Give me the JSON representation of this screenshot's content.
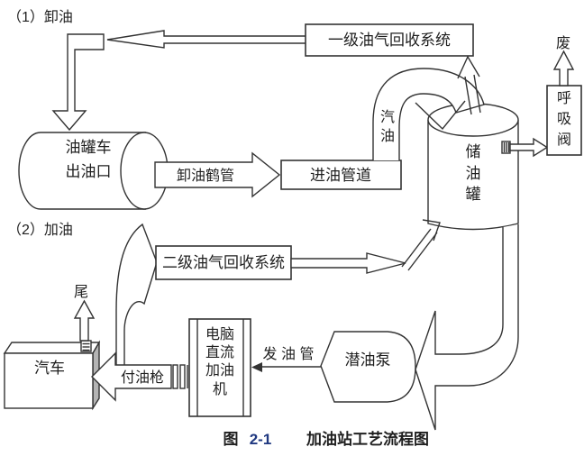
{
  "colors": {
    "background": "#ffffff",
    "line": "#333333",
    "car_side_shade": "#b4b4b4",
    "caption_number": "#1f3880"
  },
  "sections": {
    "unload": "（1）卸油",
    "refuel": "（2）加油"
  },
  "labels": {
    "primary_recovery": "一级油气回收系统",
    "secondary_recovery": "二级油气回收系统",
    "tanker_outlet": [
      "油罐车",
      "出油口"
    ],
    "unloading_crane": "卸油鹤管",
    "inlet_pipeline": "进油管道",
    "gasoline": [
      "汽",
      "油"
    ],
    "storage_tank": [
      "储",
      "油",
      "罐"
    ],
    "breathing_valve": [
      "呼",
      "吸",
      "阀"
    ],
    "waste_gas": "废",
    "tail_gas": "尾",
    "car": "汽车",
    "fuel_gun": "付油枪",
    "dispenser": [
      "电脑",
      "直流",
      "加油",
      "机"
    ],
    "delivery_pipe": "发 油 管",
    "submersible_pump": "潜油泵"
  },
  "caption": {
    "fig": "图",
    "number": "2-1",
    "title": "加油站工艺流程图"
  }
}
